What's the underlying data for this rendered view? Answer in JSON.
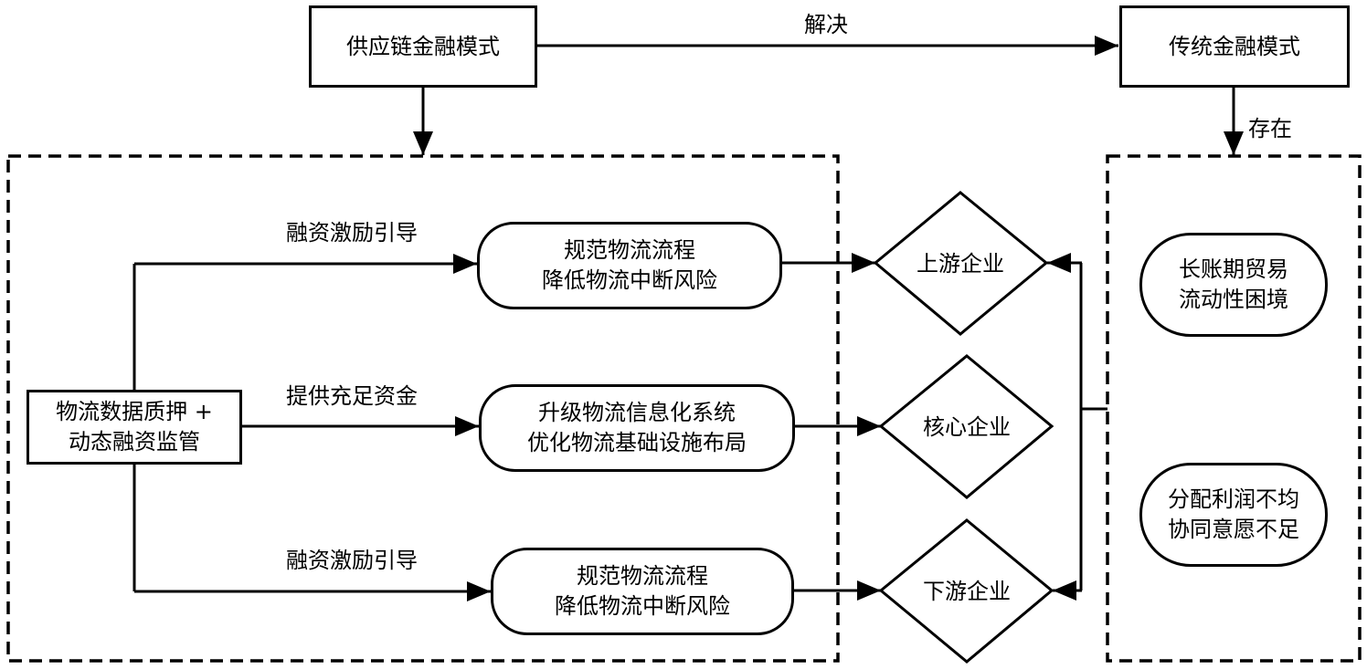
{
  "top": {
    "scf_mode": "供应链金融模式",
    "traditional_mode": "传统金融模式",
    "solve_label": "解决",
    "exist_label": "存在"
  },
  "left_group": {
    "source": {
      "line1": "物流数据质押 +",
      "line2": "动态融资监管"
    },
    "branches": [
      {
        "edge_label": "融资激励引导",
        "box_line1": "规范物流流程",
        "box_line2": "降低物流中断风险",
        "target": "上游企业"
      },
      {
        "edge_label": "提供充足资金",
        "box_line1": "升级物流信息化系统",
        "box_line2": "优化物流基础设施布局",
        "target": "核心企业"
      },
      {
        "edge_label": "融资激励引导",
        "box_line1": "规范物流流程",
        "box_line2": "降低物流中断风险",
        "target": "下游企业"
      }
    ]
  },
  "right_group": {
    "problems": [
      {
        "line1": "长账期贸易",
        "line2": "流动性困境"
      },
      {
        "line1": "分配利润不均",
        "line2": "协同意愿不足"
      }
    ]
  }
}
